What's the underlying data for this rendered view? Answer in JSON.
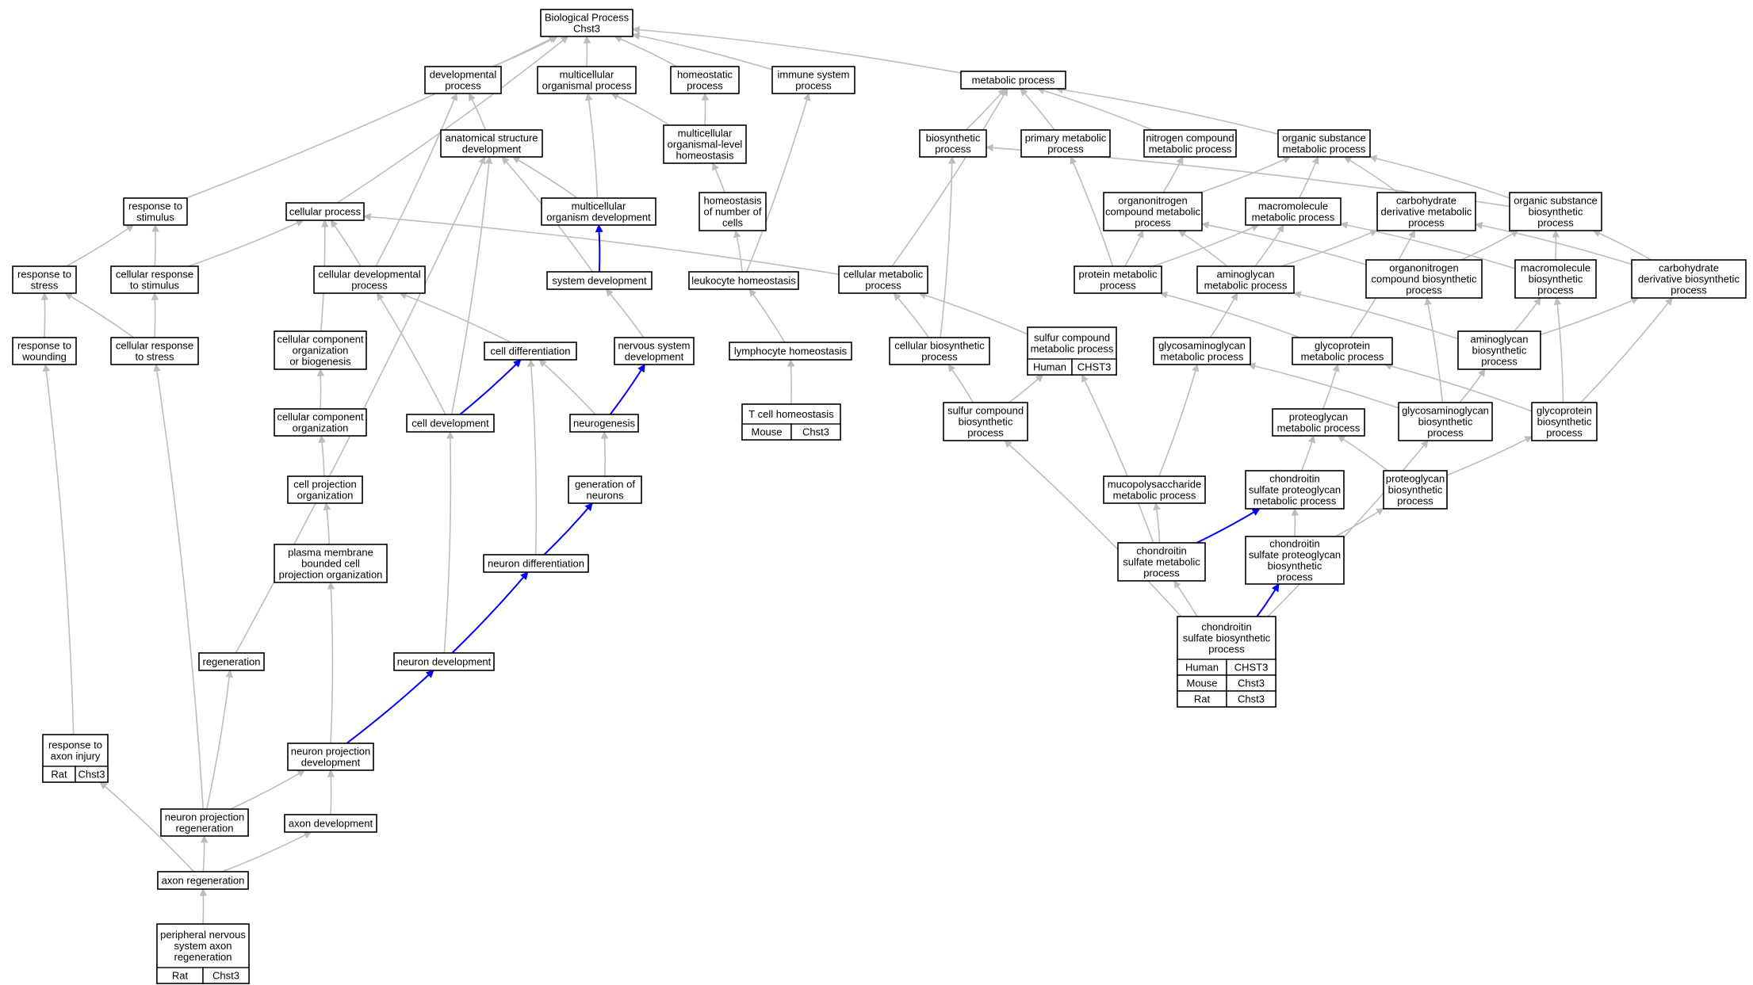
{
  "colors": {
    "human": "#f46751",
    "mouse": "#add8e6",
    "rat": "#ffd700",
    "edge": "#bdbdbd",
    "highlight_edge": "#0000ff"
  },
  "nodes": [
    {
      "id": "bp",
      "lines": [
        "Biological Process",
        "Chst3"
      ]
    },
    {
      "id": "devproc",
      "lines": [
        "developmental",
        "process"
      ]
    },
    {
      "id": "mcorg",
      "lines": [
        "multicellular",
        "organismal process"
      ]
    },
    {
      "id": "homeo",
      "lines": [
        "homeostatic",
        "process"
      ]
    },
    {
      "id": "immune",
      "lines": [
        "immune system",
        "process"
      ]
    },
    {
      "id": "metab",
      "lines": [
        "metabolic process"
      ]
    },
    {
      "id": "anatdev",
      "lines": [
        "anatomical structure",
        "development"
      ]
    },
    {
      "id": "mclevel",
      "lines": [
        "multicellular",
        "organismal-level",
        "homeostasis"
      ]
    },
    {
      "id": "biosyn",
      "lines": [
        "biosynthetic",
        "process"
      ]
    },
    {
      "id": "primmet",
      "lines": [
        "primary metabolic",
        "process"
      ]
    },
    {
      "id": "nitro",
      "lines": [
        "nitrogen compound",
        "metabolic process"
      ]
    },
    {
      "id": "orgsub",
      "lines": [
        "organic substance",
        "metabolic process"
      ]
    },
    {
      "id": "respstim",
      "lines": [
        "response to",
        "stimulus"
      ]
    },
    {
      "id": "cellproc",
      "lines": [
        "cellular process"
      ]
    },
    {
      "id": "mcdev",
      "lines": [
        "multicellular",
        "organism development"
      ]
    },
    {
      "id": "homeonum",
      "lines": [
        "homeostasis",
        "of number of",
        "cells"
      ]
    },
    {
      "id": "orgnitmet",
      "lines": [
        "organonitrogen",
        "compound metabolic",
        "process"
      ]
    },
    {
      "id": "macromet",
      "lines": [
        "macromolecule",
        "metabolic process"
      ]
    },
    {
      "id": "carbmet",
      "lines": [
        "carbohydrate",
        "derivative metabolic",
        "process"
      ]
    },
    {
      "id": "orgsubbio",
      "lines": [
        "organic substance",
        "biosynthetic",
        "process"
      ]
    },
    {
      "id": "respstress",
      "lines": [
        "response to",
        "stress"
      ]
    },
    {
      "id": "cellrespstim",
      "lines": [
        "cellular response",
        "to stimulus"
      ]
    },
    {
      "id": "celldevproc",
      "lines": [
        "cellular developmental",
        "process"
      ]
    },
    {
      "id": "sysdev",
      "lines": [
        "system development"
      ]
    },
    {
      "id": "leuko",
      "lines": [
        "leukocyte homeostasis"
      ]
    },
    {
      "id": "cellmet",
      "lines": [
        "cellular metabolic",
        "process"
      ]
    },
    {
      "id": "protmet",
      "lines": [
        "protein metabolic",
        "process"
      ]
    },
    {
      "id": "aminomet",
      "lines": [
        "aminoglycan",
        "metabolic process"
      ]
    },
    {
      "id": "orgnitbio",
      "lines": [
        "organonitrogen",
        "compound biosynthetic",
        "process"
      ]
    },
    {
      "id": "macrobio",
      "lines": [
        "macromolecule",
        "biosynthetic",
        "process"
      ]
    },
    {
      "id": "carbbio",
      "lines": [
        "carbohydrate",
        "derivative biosynthetic",
        "process"
      ]
    },
    {
      "id": "wound",
      "lines": [
        "response to",
        "wounding"
      ]
    },
    {
      "id": "cellrespstress",
      "lines": [
        "cellular response",
        "to stress"
      ]
    },
    {
      "id": "ccob",
      "lines": [
        "cellular component",
        "organization",
        "or biogenesis"
      ]
    },
    {
      "id": "celldiff",
      "lines": [
        "cell differentiation"
      ]
    },
    {
      "id": "nsdev",
      "lines": [
        "nervous system",
        "development"
      ]
    },
    {
      "id": "lympho",
      "lines": [
        "lymphocyte homeostasis"
      ]
    },
    {
      "id": "cellbio",
      "lines": [
        "cellular biosynthetic",
        "process"
      ]
    },
    {
      "id": "sulfmet",
      "lines": [
        "sulfur compound",
        "metabolic process"
      ],
      "species": [
        [
          "Human",
          "CHST3"
        ]
      ]
    },
    {
      "id": "gagmet",
      "lines": [
        "glycosaminoglycan",
        "metabolic process"
      ]
    },
    {
      "id": "glycoprotmet",
      "lines": [
        "glycoprotein",
        "metabolic process"
      ]
    },
    {
      "id": "aminobio",
      "lines": [
        "aminoglycan",
        "biosynthetic",
        "process"
      ]
    },
    {
      "id": "cco",
      "lines": [
        "cellular component",
        "organization"
      ]
    },
    {
      "id": "celldevel",
      "lines": [
        "cell development"
      ]
    },
    {
      "id": "neurogen",
      "lines": [
        "neurogenesis"
      ]
    },
    {
      "id": "tcell",
      "lines": [
        "T cell homeostasis"
      ],
      "species": [
        [
          "Mouse",
          "Chst3"
        ]
      ]
    },
    {
      "id": "sulfbio",
      "lines": [
        "sulfur compound",
        "biosynthetic",
        "process"
      ]
    },
    {
      "id": "pgmet",
      "lines": [
        "proteoglycan",
        "metabolic process"
      ]
    },
    {
      "id": "gagbio",
      "lines": [
        "glycosaminoglycan",
        "biosynthetic",
        "process"
      ]
    },
    {
      "id": "glycoprotbio",
      "lines": [
        "glycoprotein",
        "biosynthetic",
        "process"
      ]
    },
    {
      "id": "cpo",
      "lines": [
        "cell projection",
        "organization"
      ]
    },
    {
      "id": "genneur",
      "lines": [
        "generation of",
        "neurons"
      ]
    },
    {
      "id": "mucopoly",
      "lines": [
        "mucopolysaccharide",
        "metabolic process"
      ]
    },
    {
      "id": "cspgmet",
      "lines": [
        "chondroitin",
        "sulfate proteoglycan",
        "metabolic process"
      ]
    },
    {
      "id": "pgbio",
      "lines": [
        "proteoglycan",
        "biosynthetic",
        "process"
      ]
    },
    {
      "id": "pmbcpo",
      "lines": [
        "plasma membrane",
        "bounded cell",
        "projection organization"
      ]
    },
    {
      "id": "neurdiff",
      "lines": [
        "neuron differentiation"
      ]
    },
    {
      "id": "csmet",
      "lines": [
        "chondroitin",
        "sulfate metabolic",
        "process"
      ]
    },
    {
      "id": "cspgbio",
      "lines": [
        "chondroitin",
        "sulfate proteoglycan",
        "biosynthetic",
        "process"
      ]
    },
    {
      "id": "csbio",
      "lines": [
        "chondroitin",
        "sulfate biosynthetic",
        "process"
      ],
      "species": [
        [
          "Human",
          "CHST3"
        ],
        [
          "Mouse",
          "Chst3"
        ],
        [
          "Rat",
          "Chst3"
        ]
      ]
    },
    {
      "id": "regen",
      "lines": [
        "regeneration"
      ]
    },
    {
      "id": "neurondev",
      "lines": [
        "neuron development"
      ]
    },
    {
      "id": "axinj",
      "lines": [
        "response to",
        "axon injury"
      ],
      "species": [
        [
          "Rat",
          "Chst3"
        ]
      ]
    },
    {
      "id": "npdev",
      "lines": [
        "neuron projection",
        "development"
      ]
    },
    {
      "id": "npregen",
      "lines": [
        "neuron projection",
        "regeneration"
      ]
    },
    {
      "id": "axdev",
      "lines": [
        "axon development"
      ]
    },
    {
      "id": "axregen",
      "lines": [
        "axon regeneration"
      ]
    },
    {
      "id": "pnsregen",
      "lines": [
        "peripheral nervous",
        "system axon",
        "regeneration"
      ],
      "species": [
        [
          "Rat",
          "Chst3"
        ]
      ]
    }
  ]
}
